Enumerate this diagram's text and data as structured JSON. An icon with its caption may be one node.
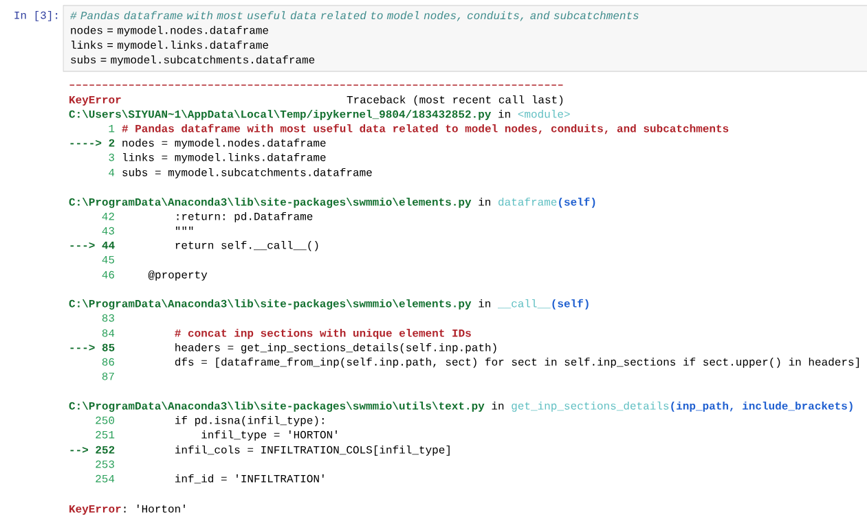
{
  "diagram": {
    "nodes": [
      {
        "text": [
          "# Pandas dataframe with most useful data related to model nodes, conduits, and subcatchments",
          "nodes = mymodel.nodes.dataframe",
          "links = mymodel.links.dataframe",
          "subs = mymodel.subcatchments.dataframe"
        ]
      }
    ],
    "labels": [
      "In [3]:",
      "KeyError",
      "Traceback (most recent call last)",
      "C:\\Users\\SIYUAN~1\\AppData\\Local\\Temp/ipykernel_9804/183432852.py",
      "in",
      "<module>",
      "1",
      "# Pandas dataframe with most useful data related to model nodes, conduits, and subcatchments",
      "----> 2",
      "nodes = mymodel.nodes.dataframe",
      "3",
      "links = mymodel.links.dataframe",
      "4",
      "subs = mymodel.subcatchments.dataframe",
      "C:\\ProgramData\\Anaconda3\\lib\\site-packages\\swmmio\\elements.py",
      "in",
      "dataframe",
      "(self)",
      "42",
      ":return: pd.Dataframe",
      "43",
      "\"\"\"",
      "---> 44",
      "return self.__call__()",
      "45",
      "46",
      "@property",
      "C:\\ProgramData\\Anaconda3\\lib\\site-packages\\swmmio\\elements.py",
      "in",
      "__call__",
      "(self)",
      "83",
      "84",
      "# concat inp sections with unique element IDs",
      "---> 85",
      "headers = get_inp_sections_details(self.inp.path)",
      "86",
      "dfs = [dataframe_from_inp(self.inp.path, sect) for sect in self.inp_sections if sect.upper() in headers]",
      "87",
      "C:\\ProgramData\\Anaconda3\\lib\\site-packages\\swmmio\\utils\\text.py",
      "in",
      "get_inp_sections_details",
      "(inp_path, include_brackets)",
      "250",
      "if pd.isna(infil_type):",
      "251",
      "infil_type = 'HORTON'",
      "--> 252",
      "infil_cols = INFILTRATION_COLS[infil_type]",
      "253",
      "254",
      "inf_id = 'INFILTRATION'",
      "KeyError",
      ": 'Horton'"
    ]
  }
}
